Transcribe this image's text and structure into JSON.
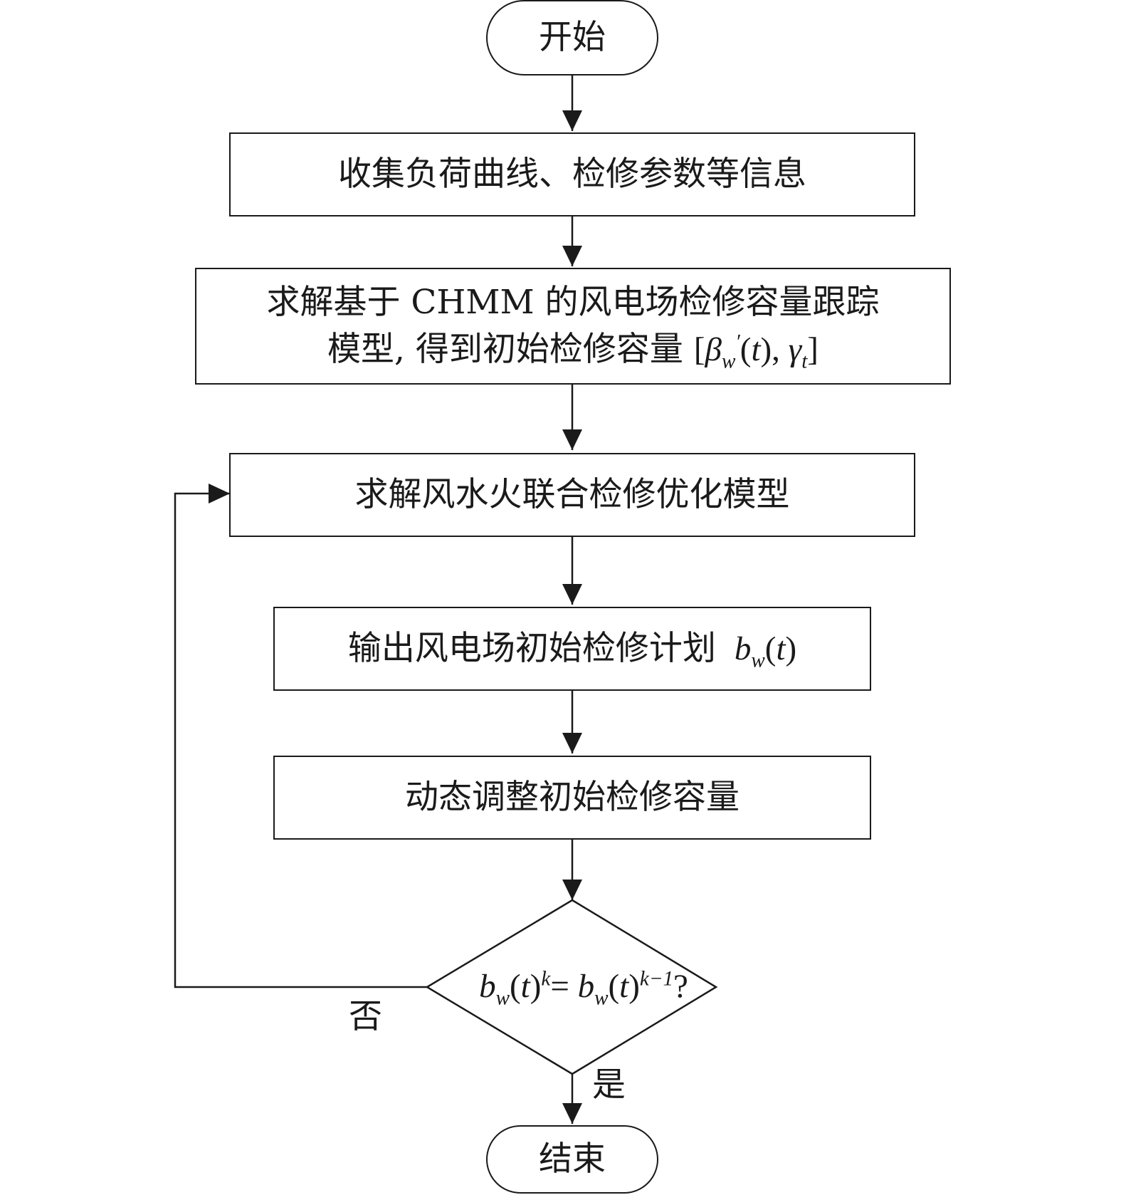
{
  "start": {
    "label": "开始"
  },
  "steps": [
    {
      "label": "收集负荷曲线、检修参数等信息"
    },
    {
      "line1": "求解基于 CHMM 的风电场检修容量跟踪",
      "line2": "模型, 得到初始检修容量"
    },
    {
      "label": "求解风水火联合检修优化模型"
    },
    {
      "label": "输出风电场初始检修计划"
    },
    {
      "label": "动态调整初始检修容量"
    }
  ],
  "decision": {
    "no_label": "否",
    "yes_label": "是"
  },
  "end": {
    "label": "结束"
  },
  "colors": {
    "stroke": "#1a1a1a",
    "background": "#ffffff"
  }
}
